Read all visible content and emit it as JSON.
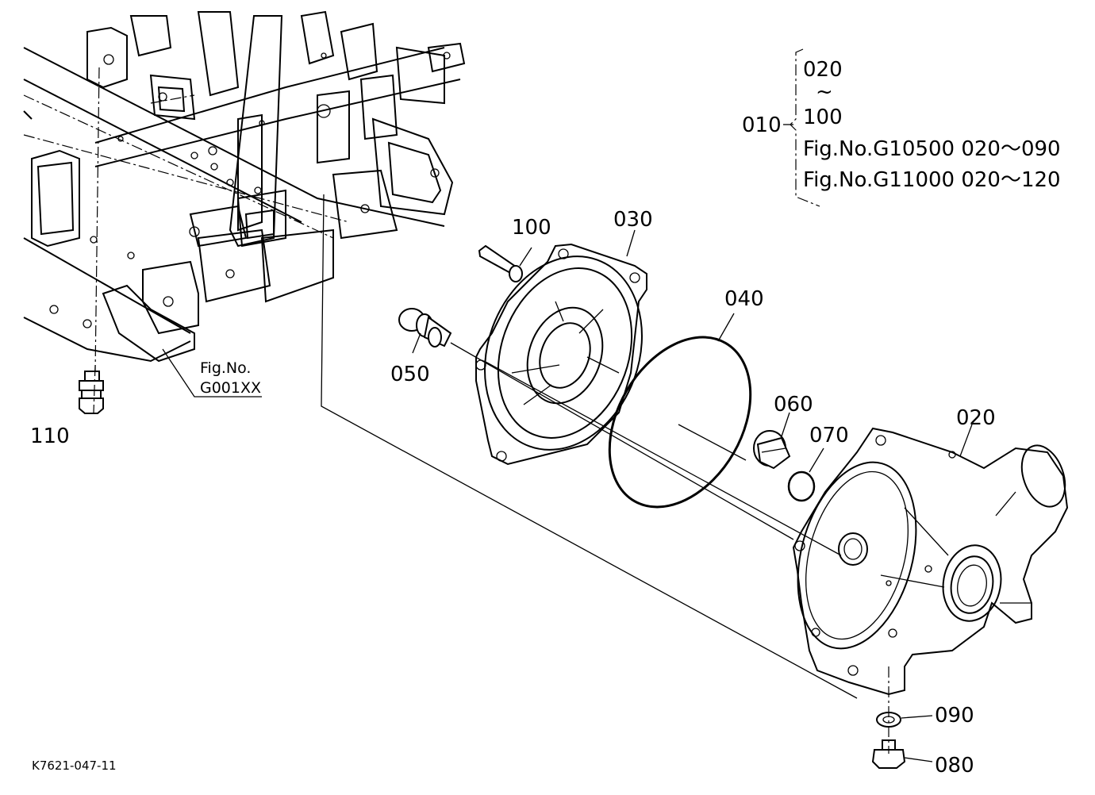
{
  "callouts": {
    "p010": "010",
    "p020": "020",
    "p030": "030",
    "p040": "040",
    "p050": "050",
    "p060": "060",
    "p070": "070",
    "p080": "080",
    "p090": "090",
    "p100": "100",
    "p110": "110"
  },
  "group_note": {
    "range_start": "020",
    "range_tilde": "~",
    "range_end": "100",
    "ref1": "Fig.No.G10500  020～090",
    "ref2": "Fig.No.G11000  020～120"
  },
  "frame_ref": {
    "line1": "Fig.No.",
    "line2": "G001XX"
  },
  "drawing_code": "K7621-047-11"
}
